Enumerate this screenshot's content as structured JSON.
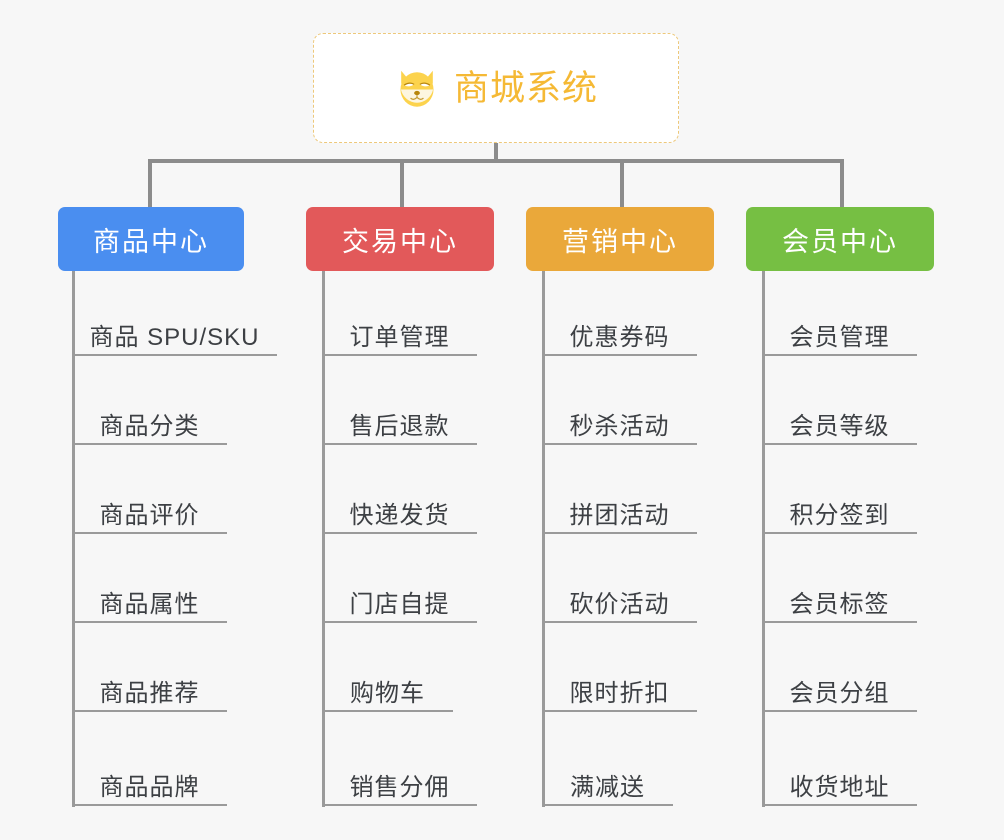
{
  "diagram": {
    "title": "商城系统",
    "background_color": "#f7f7f7",
    "root": {
      "label": "商城系统",
      "icon": "shiba-dog-icon",
      "text_color": "#f5b935",
      "border_color": "#edc87a",
      "fill_color": "#ffffff"
    },
    "connector_color": "#8c8c8c",
    "leaf_line_color": "#9a9a9a",
    "leaf_text_color": "#3d4044",
    "columns": [
      {
        "label": "商品中心",
        "color": "#4a8ef0",
        "items": [
          "商品 SPU/SKU",
          "商品分类",
          "商品评价",
          "商品属性",
          "商品推荐",
          "商品品牌"
        ]
      },
      {
        "label": "交易中心",
        "color": "#e2595a",
        "items": [
          "订单管理",
          "售后退款",
          "快递发货",
          "门店自提",
          "购物车",
          "销售分佣"
        ]
      },
      {
        "label": "营销中心",
        "color": "#eaa83a",
        "items": [
          "优惠券码",
          "秒杀活动",
          "拼团活动",
          "砍价活动",
          "限时折扣",
          "满减送"
        ]
      },
      {
        "label": "会员中心",
        "color": "#76bf43",
        "items": [
          "会员管理",
          "会员等级",
          "积分签到",
          "会员标签",
          "会员分组",
          "收货地址"
        ]
      }
    ]
  }
}
